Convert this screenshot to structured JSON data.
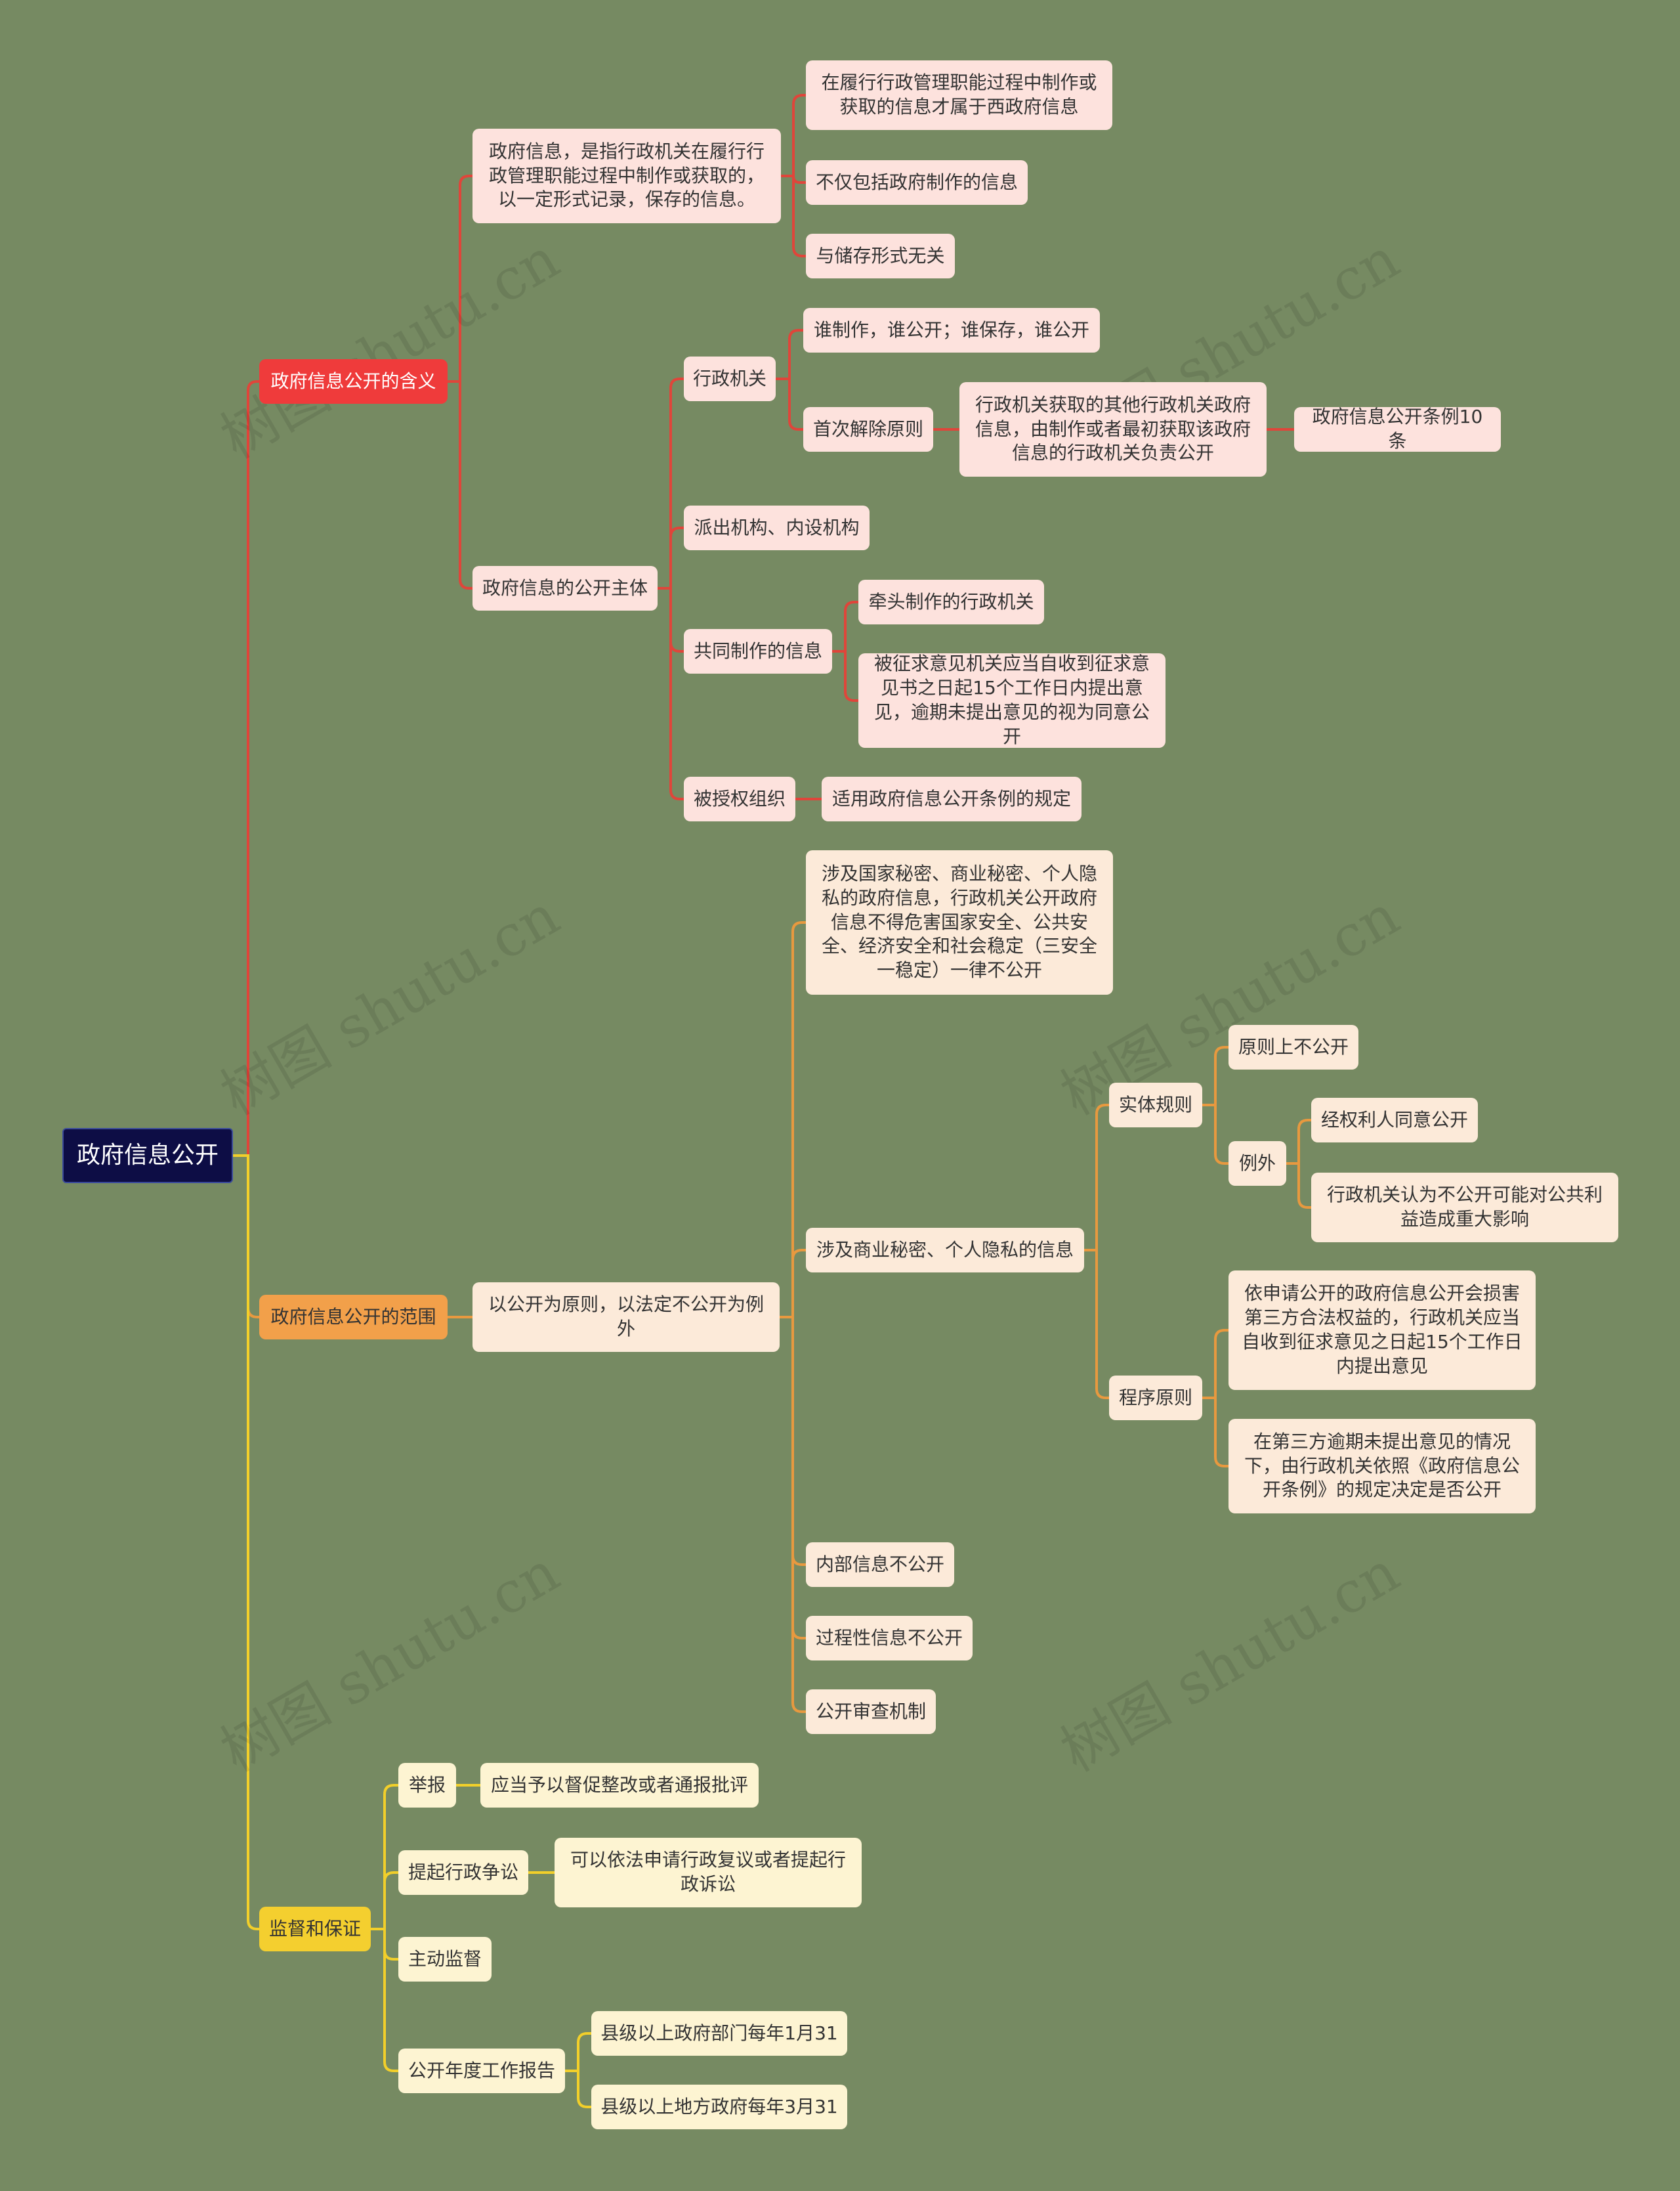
{
  "colors": {
    "background": "#768a62",
    "root": "#0d0d45",
    "branch_red": "#ef3b3b",
    "branch_orange": "#f2a04a",
    "branch_yellow": "#f4cf2f",
    "line_red": "#e0453a",
    "line_orange": "#e8993f",
    "line_yellow": "#f2cf2a"
  },
  "watermark": "树图 shutu.cn",
  "root": {
    "label": "政府信息公开"
  },
  "meaning": {
    "label": "政府信息公开的含义",
    "definition": {
      "label": "政府信息，是指行政机关在履行行政管理职能过程中制作或获取的，以一定形式记录，保存的信息。",
      "c1": "在履行行政管理职能过程中制作或获取的信息才属于西政府信息",
      "c2": "不仅包括政府制作的信息",
      "c3": "与储存形式无关"
    },
    "subject": {
      "label": "政府信息的公开主体",
      "admin": {
        "label": "行政机关",
        "c1": "谁制作，谁公开；谁保存，谁公开",
        "first": {
          "label": "首次解除原则",
          "detail": "行政机关获取的其他行政机关政府信息，由制作或者最初获取该政府信息的行政机关负责公开",
          "ref": "政府信息公开条例10条"
        }
      },
      "dispatched": "派出机构、内设机构",
      "joint": {
        "label": "共同制作的信息",
        "c1": "牵头制作的行政机关",
        "c2": "被征求意见机关应当自收到征求意见书之日起15个工作日内提出意见，逾期未提出意见的视为同意公开"
      },
      "authorized": {
        "label": "被授权组织",
        "c1": "适用政府信息公开条例的规定"
      }
    }
  },
  "scope": {
    "label": "政府信息公开的范围",
    "principle": {
      "label": "以公开为原则，以法定不公开为例外",
      "state_secret": "涉及国家秘密、商业秘密、个人隐私的政府信息，行政机关公开政府信息不得危害国家安全、公共安全、经济安全和社会稳定（三安全一稳定）一律不公开",
      "commercial": {
        "label": "涉及商业秘密、个人隐私的信息",
        "entity": {
          "label": "实体规则",
          "c1": "原则上不公开",
          "exception": {
            "label": "例外",
            "c1": "经权利人同意公开",
            "c2": "行政机关认为不公开可能对公共利益造成重大影响"
          }
        },
        "procedure": {
          "label": "程序原则",
          "c1": "依申请公开的政府信息公开会损害第三方合法权益的，行政机关应当自收到征求意见之日起15个工作日内提出意见",
          "c2": "在第三方逾期未提出意见的情况下，由行政机关依照《政府信息公开条例》的规定决定是否公开"
        }
      },
      "internal": "内部信息不公开",
      "process": "过程性信息不公开",
      "review": "公开审查机制"
    }
  },
  "supervision": {
    "label": "监督和保证",
    "report": {
      "label": "举报",
      "c1": "应当予以督促整改或者通报批评"
    },
    "lawsuit": {
      "label": "提起行政争讼",
      "c1": "可以依法申请行政复议或者提起行政诉讼"
    },
    "active": "主动监督",
    "annual": {
      "label": "公开年度工作报告",
      "c1": "县级以上政府部门每年1月31",
      "c2": "县级以上地方政府每年3月31"
    }
  }
}
